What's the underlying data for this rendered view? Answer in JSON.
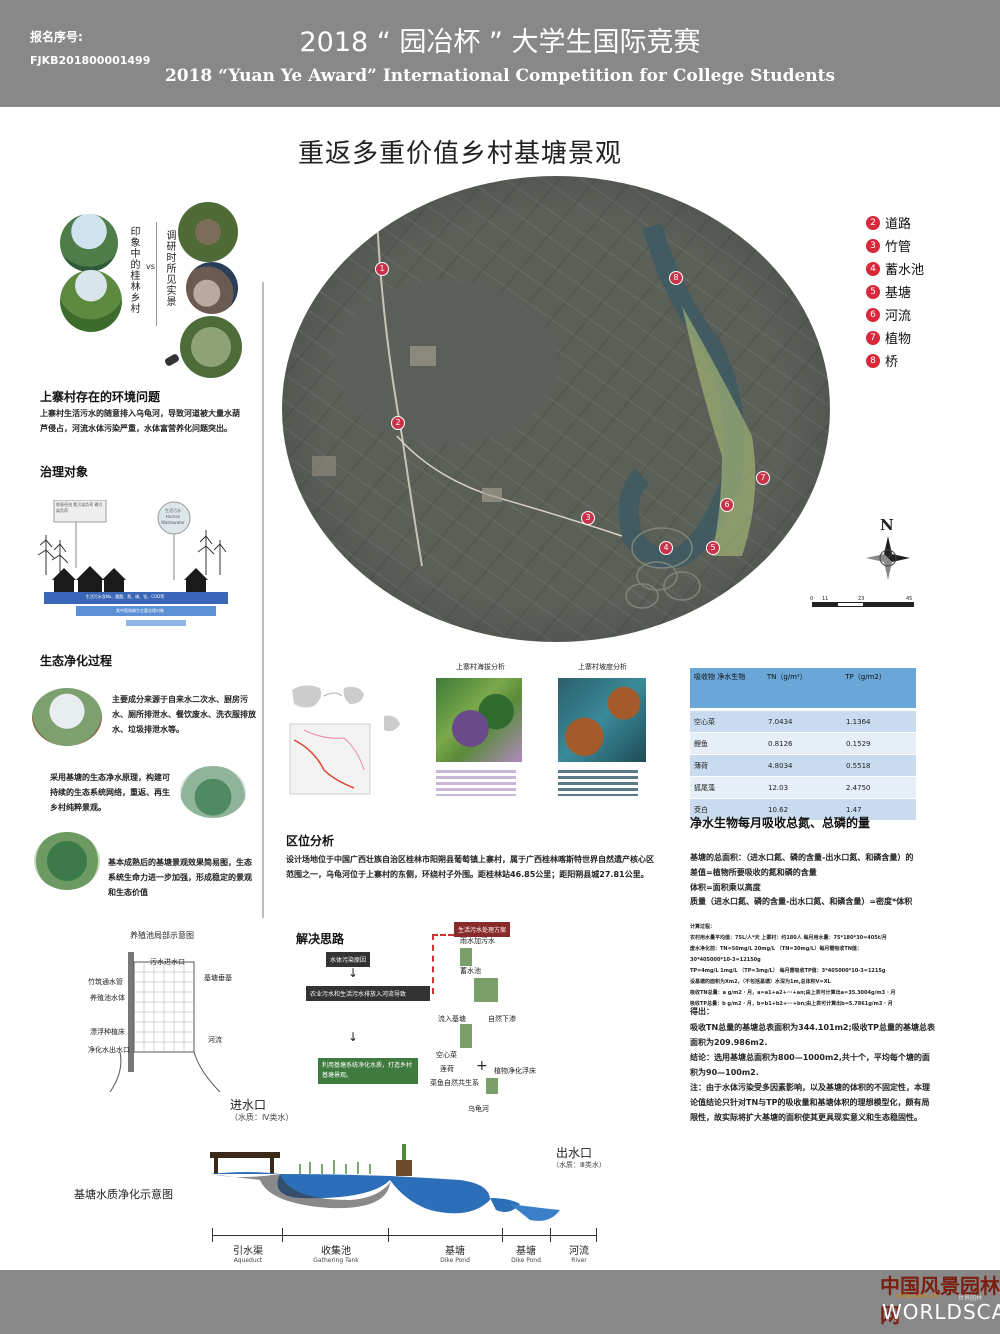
{
  "header": {
    "reg_label": "报名序号:",
    "reg_number": "FJKB201800001499",
    "title_cn": "2018 “ 园冶杯 ” 大学生国际竞赛",
    "title_en": "2018 “Yuan Ye Award” International Competition for College Students"
  },
  "main_title": "重返多重价值乡村基塘景观",
  "impression": {
    "label_left": "印象中的桂林乡村",
    "vs": "vs",
    "label_right": "调研时所见实景"
  },
  "env_problem": {
    "heading": "上寨村存在的环境问题",
    "text": "上寨村生活污水的随意排入乌龟河，导致河道被大量水葫芦侵占，河流水体污染严重，水体富营养化问题突出。"
  },
  "treatment": {
    "heading": "治理对象",
    "bubble_left": "地表径流 氮污染负荷 磷污染负荷",
    "bubble_right": "生活污水 Human Wastewater",
    "band_top": "生活污水含Na、酸酸、氮、磷、铅、COD等",
    "band_bottom": "其中氮和磷为主要治理对象"
  },
  "eco": {
    "heading": "生态净化过程",
    "p1": "主要成分来源于自来水二次水、厨房污水、厕所排泄水、餐饮废水、洗衣服排放水、垃圾排泄水等。",
    "p2": "采用基塘的生态净水原理，构建可持续的生态系统网络，重返、再生乡村纯粹景观。",
    "p3": "基本成熟后的基塘景观效果简易图，生态系统生命力进一步加强，形成稳定的景观和生态价值"
  },
  "breeding": {
    "title": "养殖池局部示意图",
    "labels": [
      "污水进水口",
      "竹筑通水管",
      "基塘垂基",
      "养殖池水体",
      "漂浮种植床",
      "净化水出水口",
      "河流"
    ]
  },
  "purification": {
    "title": "基塘水质净化示意图",
    "inlet": "进水口",
    "inlet_quality": "（水质：Ⅳ类水）",
    "outlet": "出水口",
    "outlet_quality": "（水质：Ⅲ类水）",
    "stages": [
      {
        "cn": "引水渠",
        "en": "Aqueduct"
      },
      {
        "cn": "收集池",
        "en": "Gathering Tank"
      },
      {
        "cn": "基塘",
        "en": "Dike Pond"
      },
      {
        "cn": "基塘",
        "en": "Dike Pond"
      },
      {
        "cn": "河流",
        "en": "River"
      }
    ]
  },
  "legend": [
    {
      "num": "2",
      "label": "道路"
    },
    {
      "num": "3",
      "label": "竹管"
    },
    {
      "num": "4",
      "label": "蓄水池"
    },
    {
      "num": "5",
      "label": "基塘"
    },
    {
      "num": "6",
      "label": "河流"
    },
    {
      "num": "7",
      "label": "植物"
    },
    {
      "num": "8",
      "label": "桥"
    }
  ],
  "map_pins": [
    "1",
    "2",
    "3",
    "4",
    "5",
    "6",
    "7",
    "8"
  ],
  "north": "N",
  "scale": [
    "0",
    "11",
    "23",
    "45"
  ],
  "analysis": {
    "elev_title": "上寨村海拔分析",
    "slope_title": "上寨村坡度分析"
  },
  "location": {
    "heading": "区位分析",
    "text": "设计场地位于中国广西壮族自治区桂林市阳朔县葡萄镇上寨村，属于广西桂林喀斯特世界自然遗产核心区范围之一，乌龟河位于上寨村的东侧，环绕村子外围。距桂林站46.85公里；距阳朔县城27.81公里。"
  },
  "solution": {
    "heading": "解决思路",
    "box1": "水体污染原因",
    "box2": "农业污水和生活污水排放入河流导致",
    "box3": "利用基塘系统净化水质，打造乡村基塘景观。",
    "box_red": "生活污水处理方案",
    "n1": "雨水加污水",
    "n2": "蓄水池",
    "n3": "流入基塘",
    "n4": "自然下渗",
    "n5": "空心菜",
    "n6": "莲荷",
    "n7": "植物净化浮床",
    "n8": "菜鱼自然共生系",
    "n9": "乌龟河"
  },
  "table": {
    "col1": "吸收物 净水生物",
    "col2": "TN（g/m²）",
    "col3": "TP（g/m2）",
    "rows": [
      [
        "空心菜",
        "7.0434",
        "1.1364"
      ],
      [
        "鲤鱼",
        "0.8126",
        "0.1529"
      ],
      [
        "薄荷",
        "4.8034",
        "0.5518"
      ],
      [
        "狐尾藻",
        "12.03",
        "2.4750"
      ],
      [
        "茭白",
        "10.62",
        "1.47"
      ]
    ]
  },
  "monthly": {
    "heading": "净水生物每月吸收总氮、总磷的量",
    "f1": "基塘的总面积：（进水口氮、磷的含量-出水口氮、和磷含量）的差值=植物所要吸收的氮和磷的含量",
    "f2": "体积=面积乘以高度",
    "f3": "质量（进水口氮、磷的含量-出水口氮、和磷含量）=密度*体积",
    "c1": "计算过程：",
    "c2": "农村用水量平均值：75L/人*天    上寨村：约180人   每月用水量：75*180*30=405t/月",
    "c3": "废水净化前：TN=50mg/L      20mg/L  （TN=30mg/L）每月需吸收TN值：",
    "c4": "30*405000*10-3=12150g",
    "c5": "TP=4mg/L      1mg/L  （TP=3mg/L）  每月需吸收TP值：3*405000*10-3=1215g",
    "c6": "设基塘的面积为Xm2，（不包括基塘）水深为1m,总体积V=XL",
    "c7": "吸收TN总量：a g/m2 · 月，a=a1+a2+···+an;由上表可计算出a=35.3004g/m3 · 月",
    "c8": "吸收TP总量：b g/m2 · 月，b=b1+b2+···+bn;由上表可计算出b=5.7861g/m3 · 月",
    "r0": "得出：",
    "r1": "吸收TN总量的基塘总表面积为344.101m2;吸收TP总量的基塘总表面积为209.986m2.",
    "r2": "结论：选用基塘总面积为800—1000m2,共十个，平均每个塘的面积为90—100m2.",
    "r3": "注：由于水体污染受多因素影响，以及基塘的体积的不固定性，本理论值结论只针对TN与TP的吸收量和基塘体积的理想模型化，颇有局限性，故实际将扩大基塘的面积使其更具现实意义和生态稳固性。"
  },
  "watermark": {
    "cn": "中国风景园林网",
    "url": "chla.com.cn",
    "en": "WORLDSCAPE",
    "small": "世界园林"
  }
}
